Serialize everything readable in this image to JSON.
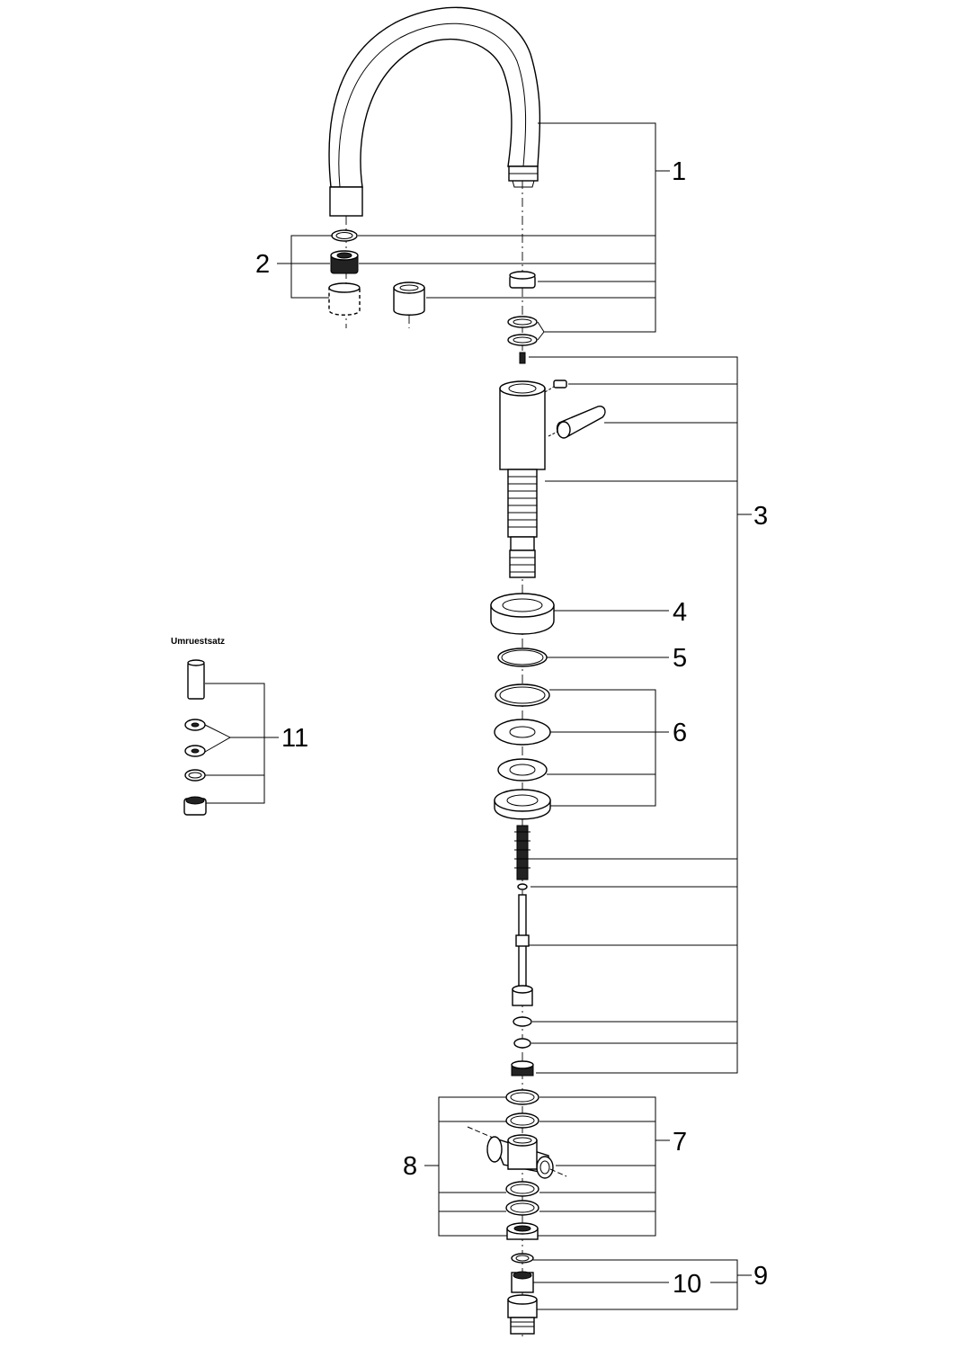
{
  "diagram": {
    "callouts": [
      "1",
      "2",
      "3",
      "4",
      "5",
      "6",
      "7",
      "8",
      "9",
      "10",
      "11"
    ],
    "conversion_kit_label": "Umruestsatz"
  }
}
